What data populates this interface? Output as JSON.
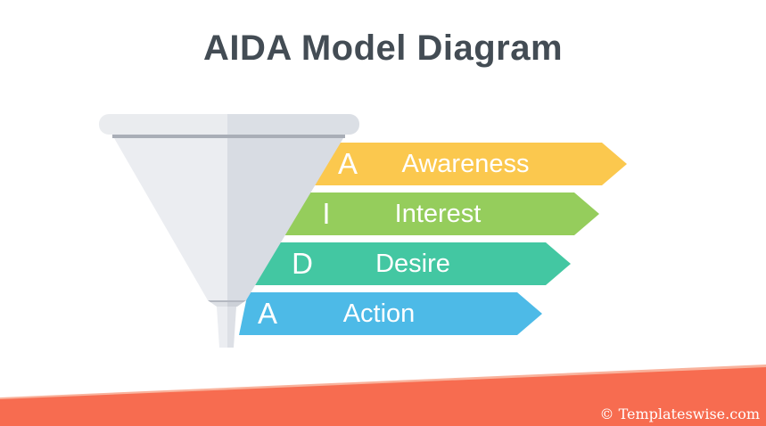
{
  "slide": {
    "title": "AIDA Model Diagram",
    "background_color": "#FFFFFF",
    "title_color": "#434C54"
  },
  "diagram": {
    "type": "funnel",
    "stages": [
      {
        "letter": "A",
        "label": "Awareness",
        "color": "#FBC84E"
      },
      {
        "letter": "I",
        "label": "Interest",
        "color": "#95CD5C"
      },
      {
        "letter": "D",
        "label": "Desire",
        "color": "#43C7A2"
      },
      {
        "letter": "A",
        "label": "Action",
        "color": "#4DBAE7"
      }
    ],
    "funnel_colors": {
      "left_half": "#EBEDF1",
      "right_half": "#D8DCE3",
      "rim_shadow": "#A9AEB7"
    }
  },
  "footer": {
    "credit": "© Templateswise.com",
    "band_color": "#F76C50",
    "band_highlight_color": "#F9B29C"
  }
}
